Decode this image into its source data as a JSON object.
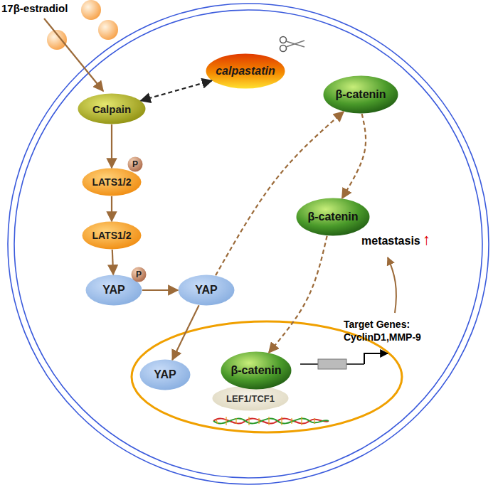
{
  "diagram": {
    "nodes": [
      {
        "text": [
          "calpastatin"
        ]
      },
      {
        "text": [
          "β-catenin"
        ]
      },
      {
        "text": [
          "Calpain"
        ]
      },
      {
        "text": [
          "P"
        ]
      },
      {
        "text": [
          "LATS1/2"
        ]
      },
      {
        "text": [
          "β-catenin"
        ]
      },
      {
        "text": [
          "LATS1/2"
        ]
      },
      {
        "text": [
          "P"
        ]
      },
      {
        "text": [
          "YAP"
        ]
      },
      {
        "text": [
          "YAP"
        ]
      },
      {
        "text": [
          "β-catenin"
        ]
      },
      {
        "text": [
          "YAP"
        ]
      },
      {
        "text": [
          "LEF1/TCF1"
        ]
      }
    ],
    "edges": [
      {
        "from": 2,
        "to": 0,
        "arrow": "both"
      },
      {
        "from": 2,
        "to": 4,
        "arrow": "to"
      },
      {
        "from": 4,
        "to": 6,
        "arrow": "to"
      },
      {
        "from": 6,
        "to": 8,
        "arrow": "to"
      },
      {
        "from": 8,
        "to": 9,
        "arrow": "to"
      },
      {
        "from": 9,
        "to": 11,
        "arrow": "to"
      },
      {
        "from": 9,
        "to": 1,
        "arrow": "to"
      },
      {
        "from": 1,
        "to": 5,
        "arrow": "to"
      },
      {
        "from": 5,
        "to": 10,
        "arrow": "to"
      }
    ],
    "labels": [
      "17β-estradiol",
      "metastasis",
      "↑",
      "Target Genes:",
      "CyclinD1,MMP-9"
    ]
  }
}
